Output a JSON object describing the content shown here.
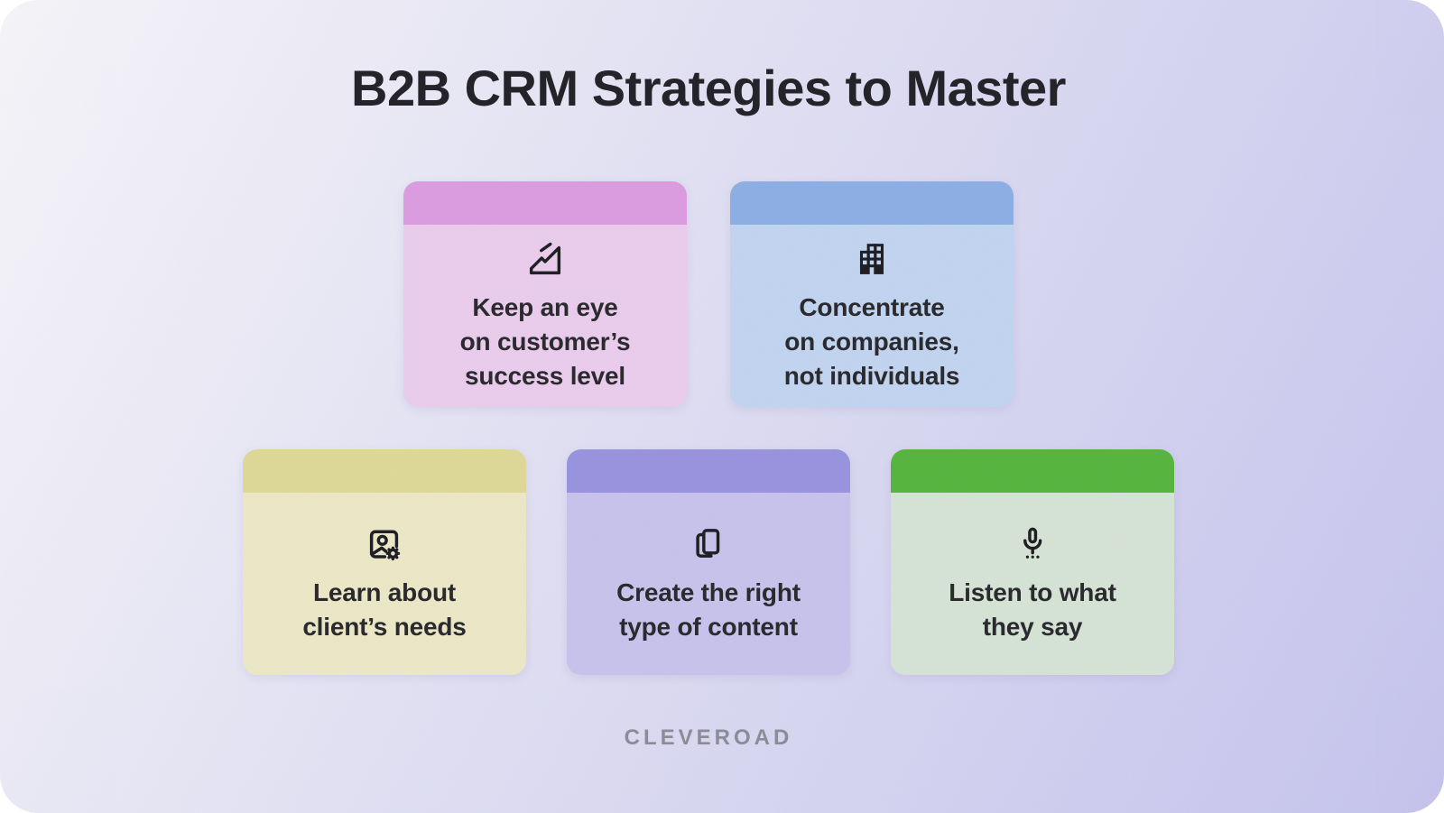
{
  "page_title": "B2B CRM Strategies to Master",
  "brand": "CLEVEROAD",
  "colors": {
    "background_gradient_start": "#f6f5f9",
    "background_gradient_mid": "#dddcf2",
    "background_gradient_end": "#c5c3ed",
    "title_text": "#1f1f25",
    "card_text": "#26262b",
    "icon_stroke": "#1b1b20",
    "brand_text": "#8b8b97"
  },
  "cards": [
    {
      "icon": "area-chart-icon",
      "header_color": "#dc9be0",
      "body_color": "#eaccec",
      "lines": [
        "Keep an eye",
        "on customer’s",
        "success level"
      ]
    },
    {
      "icon": "buildings-icon",
      "header_color": "#8caee4",
      "body_color": "#c1d4f0",
      "lines": [
        "Concentrate",
        "on companies,",
        "not individuals"
      ]
    },
    {
      "icon": "user-gear-icon",
      "header_color": "#ded896",
      "body_color": "#ebe7c6",
      "lines": [
        "Learn about",
        "client’s needs"
      ]
    },
    {
      "icon": "copy-icon",
      "header_color": "#9792de",
      "body_color": "#c6c2ec",
      "lines": [
        "Create the right",
        "type of content"
      ]
    },
    {
      "icon": "mic-icon",
      "header_color": "#54b43c",
      "body_color": "#d5e3d5",
      "lines": [
        "Listen to what",
        "they say"
      ]
    }
  ]
}
